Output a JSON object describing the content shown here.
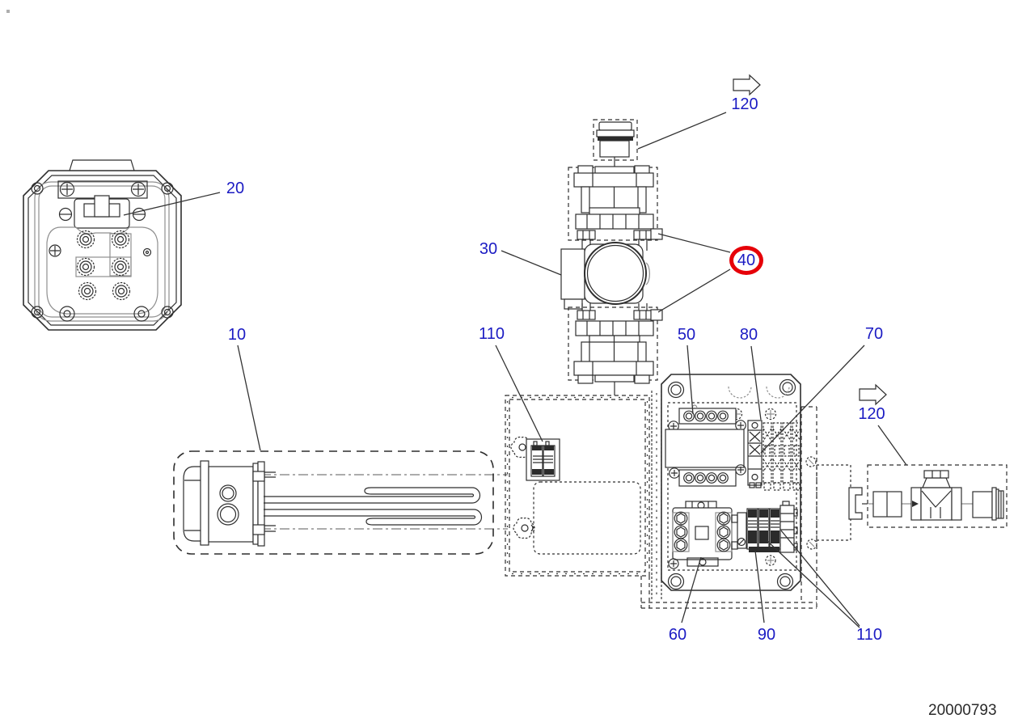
{
  "diagram": {
    "drawing_number": "20000793",
    "callouts": [
      {
        "id": "callout-20",
        "label": "20",
        "highlighted": false
      },
      {
        "id": "callout-10",
        "label": "10",
        "highlighted": false
      },
      {
        "id": "callout-30",
        "label": "30",
        "highlighted": false
      },
      {
        "id": "callout-40",
        "label": "40",
        "highlighted": true
      },
      {
        "id": "callout-110-left",
        "label": "110",
        "highlighted": false
      },
      {
        "id": "callout-50",
        "label": "50",
        "highlighted": false
      },
      {
        "id": "callout-80",
        "label": "80",
        "highlighted": false
      },
      {
        "id": "callout-70",
        "label": "70",
        "highlighted": false
      },
      {
        "id": "callout-120-top",
        "label": "120",
        "highlighted": false
      },
      {
        "id": "callout-120-right",
        "label": "120",
        "highlighted": false
      },
      {
        "id": "callout-60",
        "label": "60",
        "highlighted": false
      },
      {
        "id": "callout-90",
        "label": "90",
        "highlighted": false
      },
      {
        "id": "callout-110-bottom",
        "label": "110",
        "highlighted": false
      }
    ],
    "icons": [
      {
        "name": "flow-arrow-icon",
        "shape": "outlined right-pointing arrow",
        "count_visible": 2
      }
    ],
    "colors": {
      "callout_blue": "#1b1bc3",
      "highlight_red": "#e60008",
      "line": "#2e2e2e",
      "background": "#ffffff"
    }
  }
}
